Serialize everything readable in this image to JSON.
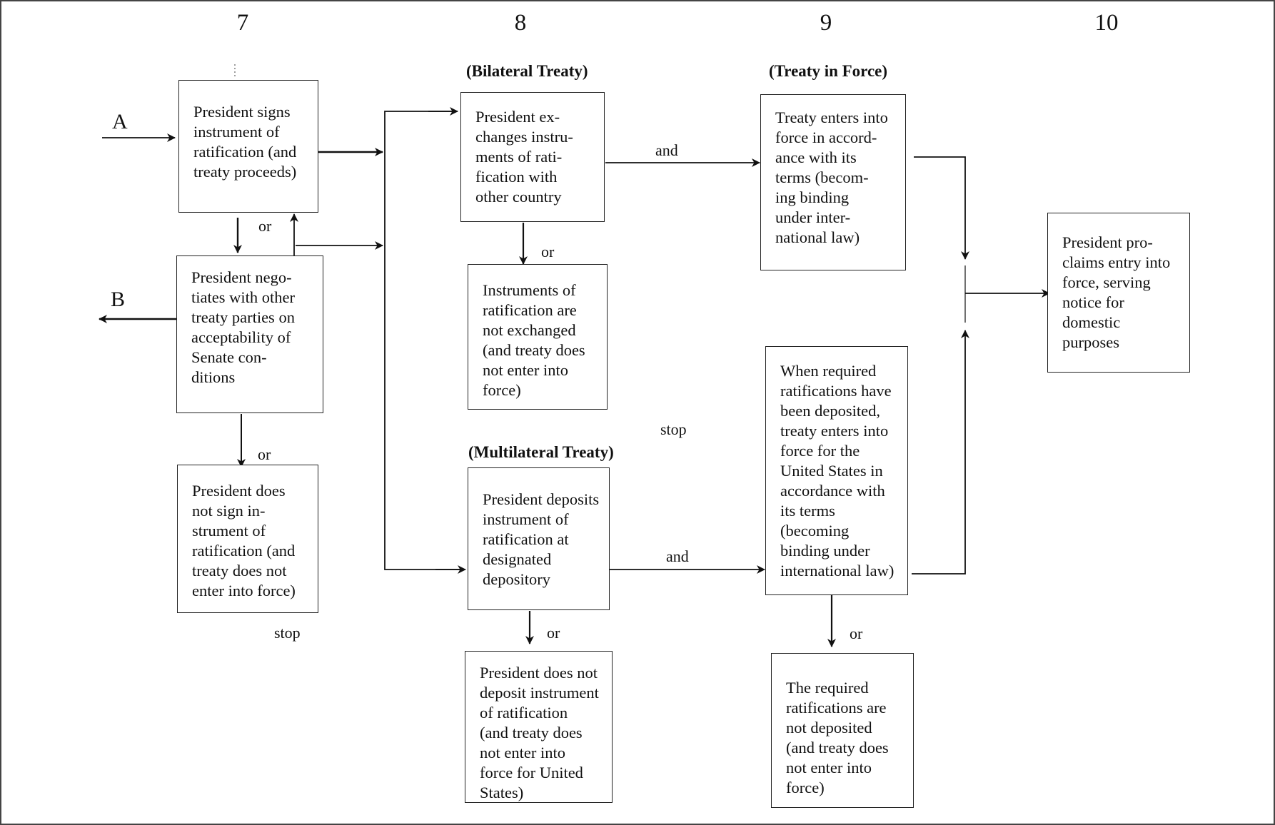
{
  "columns": [
    "7",
    "8",
    "9",
    "10"
  ],
  "headers": {
    "bilateral": "(Bilateral Treaty)",
    "treaty_in_force": "(Treaty in Force)",
    "multilateral": "(Multilateral Treaty)"
  },
  "entry_points": {
    "a": "A",
    "b": "B"
  },
  "boxes": {
    "signs": "President signs\ninstrument of\nratification (and\ntreaty proceeds)",
    "negotiates": "President nego-\ntiates with other\ntreaty parties on\nacceptability of\nSenate con-\nditions",
    "does_not_sign": "President does\nnot sign in-\nstrument of\nratification (and\ntreaty does not\nenter into force)",
    "exchanges": "President ex-\nchanges instru-\nments of rati-\nfication with\nother country",
    "not_exchanged": "Instruments of\nratification are\nnot exchanged\n(and treaty does\nnot enter into\nforce)",
    "deposits": "President deposits\ninstrument of\nratification at\ndesignated\ndepository",
    "does_not_deposit": "President does not\ndeposit instrument\nof ratification\n(and treaty does\nnot enter into\nforce for United\nStates)",
    "enters_force": "Treaty enters into\nforce in accord-\nance with its\nterms (becom-\ning binding\nunder  inter-\nnational law)",
    "when_required": "When required\nratifications have\nbeen deposited,\ntreaty enters into\nforce for the\nUnited States in\naccordance with\nits terms\n(becoming\nbinding under\ninternational law)",
    "not_deposited": "The required\nratifications are\nnot deposited\n(and treaty does\nnot enter into\nforce)",
    "proclaims": "President pro-\nclaims entry into\nforce, serving\nnotice for\ndomestic\npurposes"
  },
  "labels": {
    "or_signs": "or",
    "or_negotiates": "or",
    "or_exchanges": "or",
    "or_deposits": "or",
    "or_when_required": "or",
    "and_bilateral": "and",
    "and_multilateral": "and",
    "stop_col7": "stop",
    "stop_col8": "stop"
  }
}
